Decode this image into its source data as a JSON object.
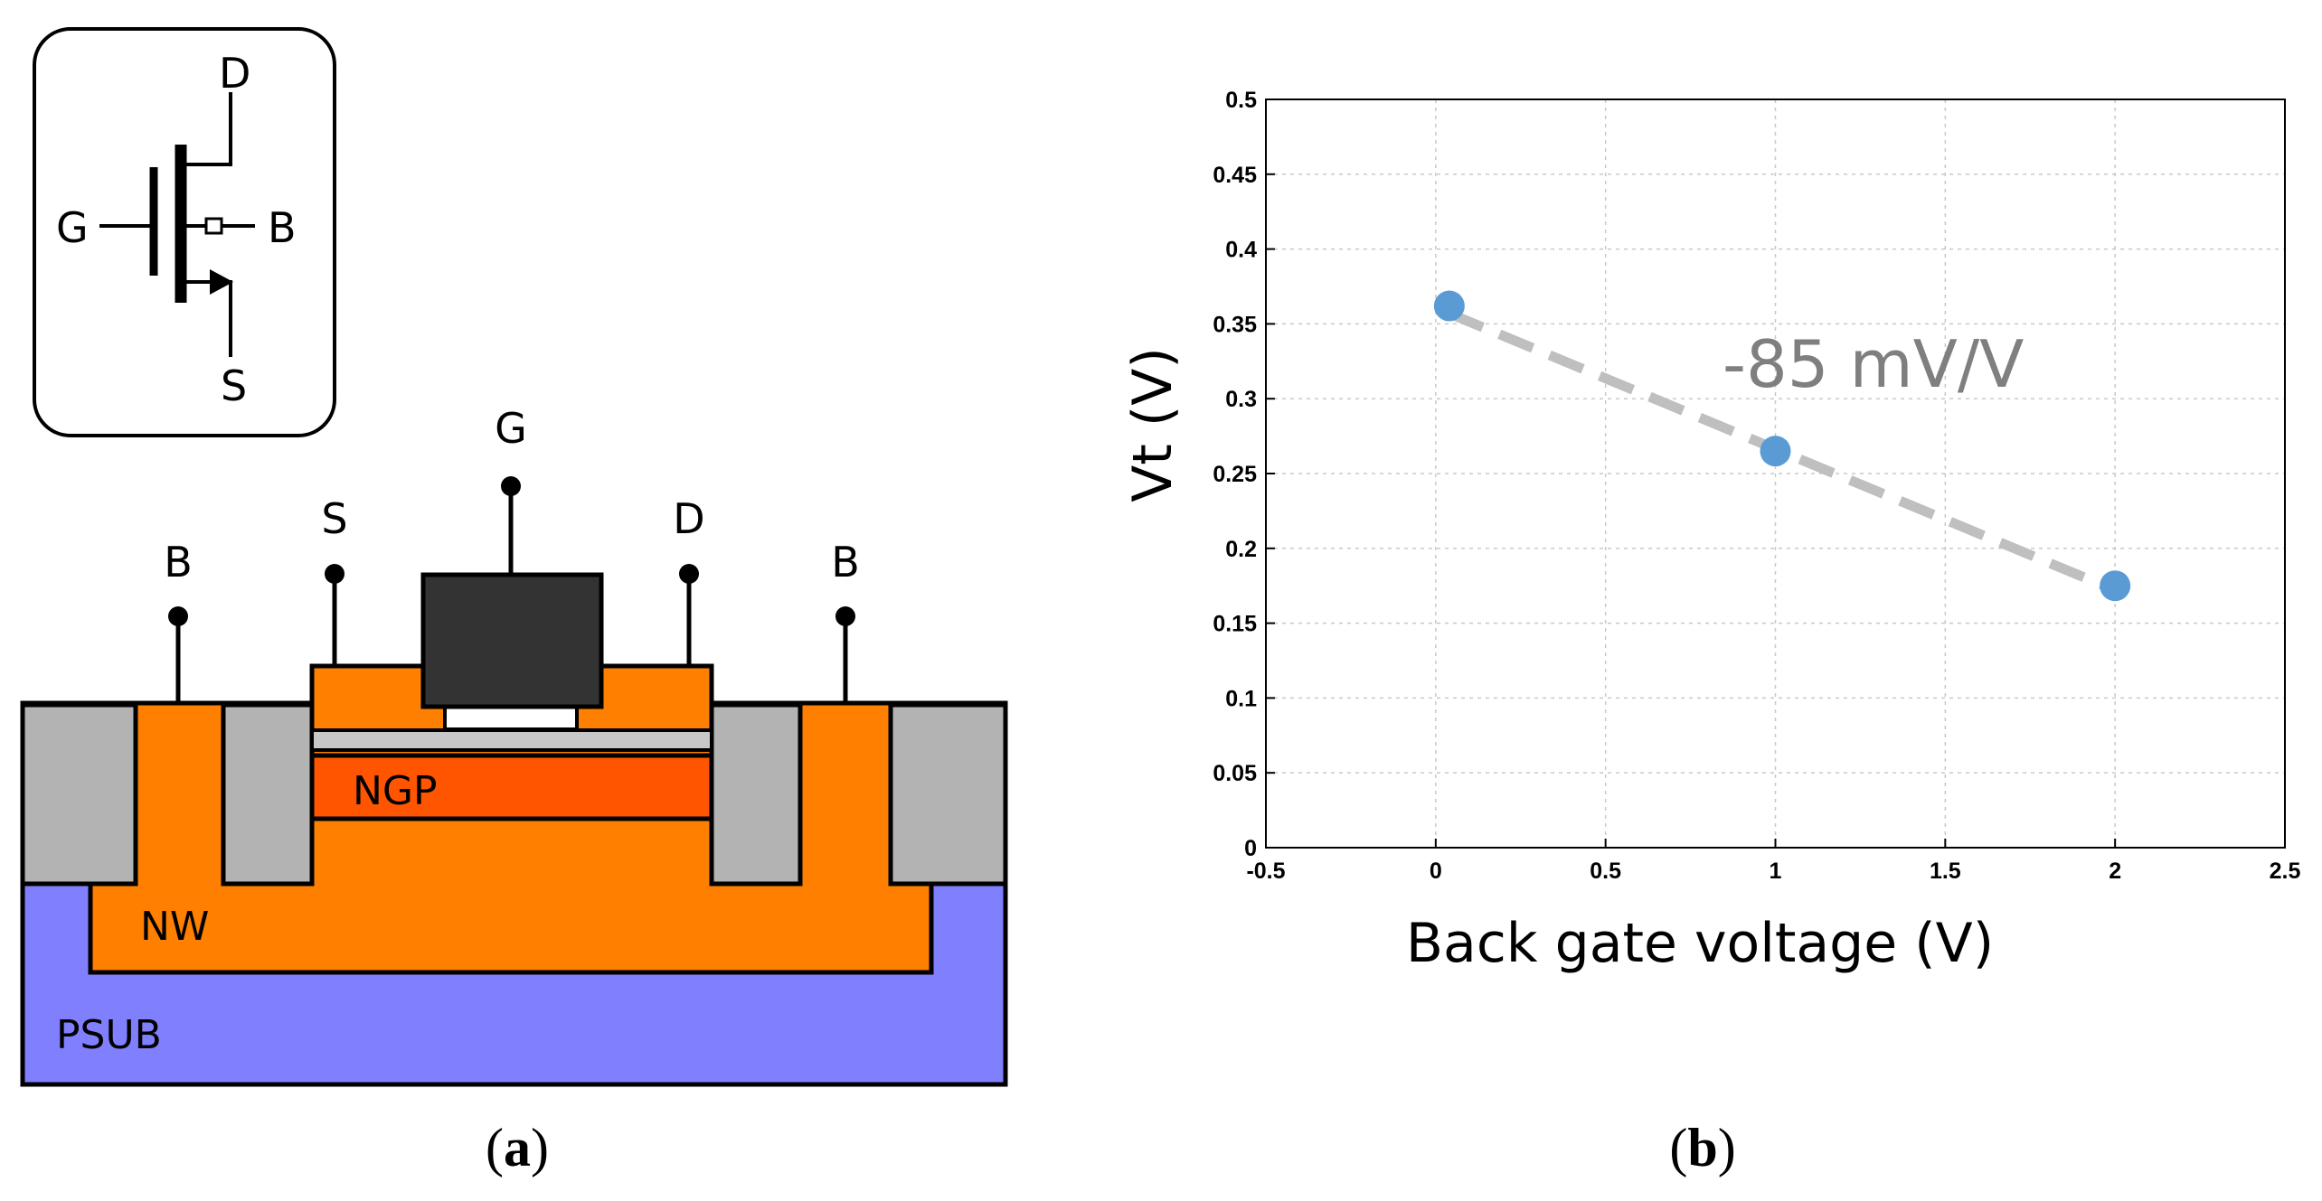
{
  "panel_a": {
    "symbol": {
      "drain": "D",
      "gate": "G",
      "body": "B",
      "source": "S"
    },
    "terminals": {
      "body_left": "B",
      "source": "S",
      "gate": "G",
      "drain": "D",
      "body_right": "B"
    },
    "regions": {
      "ngp": "NGP",
      "nw": "NW",
      "psub": "PSUB"
    },
    "colors": {
      "n_well": "#ff8000",
      "ngp": "#ff5500",
      "psub": "#8080ff",
      "sti": "#b3b3b3",
      "gate": "#333333",
      "oxide": "#ffffff"
    },
    "caption": {
      "open": "(",
      "letter": "a",
      "close": ")"
    }
  },
  "panel_b": {
    "caption": {
      "open": "(",
      "letter": "b",
      "close": ")"
    },
    "annotation": "-85 mV/V",
    "colors": {
      "points": "#5b9bd5",
      "trend": "#bfbfbf",
      "grid": "#c8c8c8"
    }
  },
  "chart_data": {
    "type": "scatter",
    "xlabel": "Back gate voltage (V)",
    "ylabel": "Vt (V)",
    "xlim": [
      -0.5,
      2.5
    ],
    "ylim": [
      0,
      0.5
    ],
    "x_ticks": [
      "-0.5",
      "0",
      "0.5",
      "1",
      "1.5",
      "2",
      "2.5"
    ],
    "y_ticks": [
      "0",
      "0.05",
      "0.1",
      "0.15",
      "0.2",
      "0.25",
      "0.3",
      "0.35",
      "0.4",
      "0.45",
      "0.5"
    ],
    "grid": true,
    "series": [
      {
        "x": [
          0.04,
          1.0,
          2.0
        ],
        "y": [
          0.362,
          0.265,
          0.175
        ]
      }
    ],
    "trendline": {
      "x": [
        0.04,
        2.0
      ],
      "y": [
        0.357,
        0.172
      ],
      "style": "dashed"
    }
  }
}
